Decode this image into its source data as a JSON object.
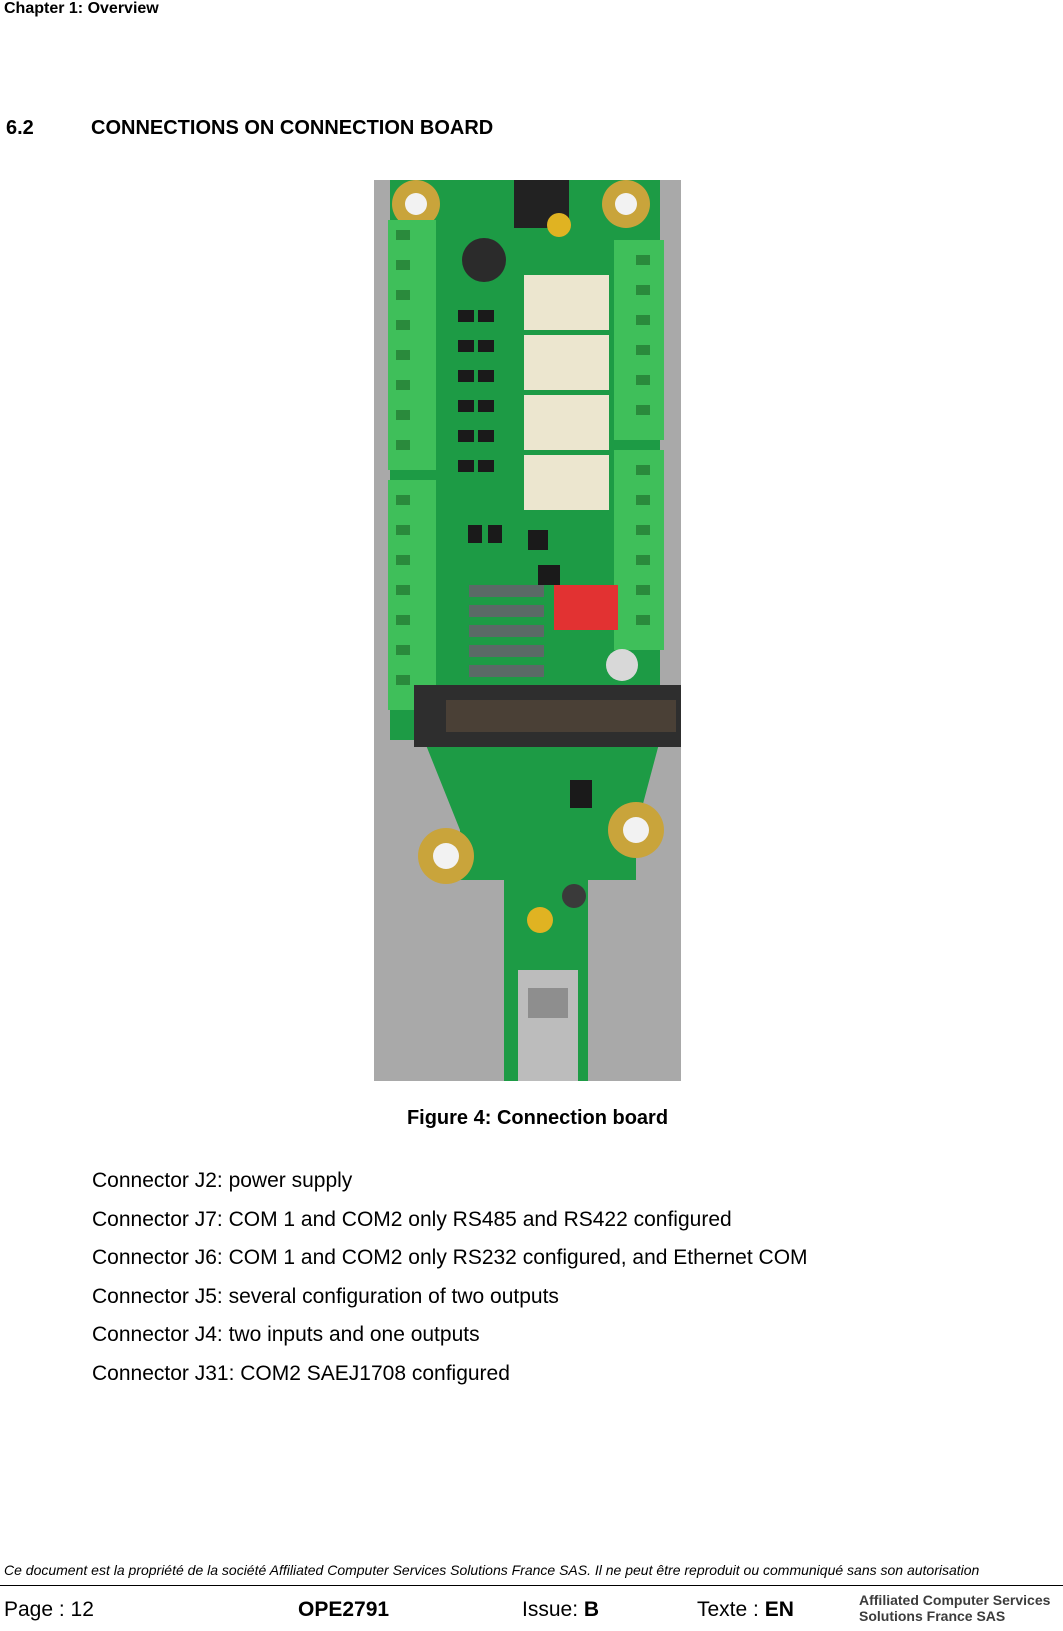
{
  "header": {
    "chapter": "Chapter 1: Overview"
  },
  "section": {
    "number": "6.2",
    "title": "CONNECTIONS ON CONNECTION BOARD"
  },
  "figure": {
    "caption": "Figure 4: Connection board"
  },
  "connectors": [
    "Connector J2: power supply",
    "Connector J7: COM 1 and COM2 only RS485 and RS422 configured",
    "Connector J6: COM 1 and COM2 only RS232 configured, and Ethernet COM",
    "Connector J5: several configuration of two outputs",
    "Connector J4: two inputs and one outputs",
    "Connector J31: COM2 SAEJ1708 configured"
  ],
  "footer": {
    "notice": "Ce document est la propriété de la société Affiliated Computer Services Solutions France SAS. Il ne peut être reproduit ou communiqué sans son autorisation",
    "page_label": "Page : 12",
    "doc_id": "OPE2791",
    "issue_label": "Issue: ",
    "issue_value": "B",
    "text_label": "Texte : ",
    "text_value": "EN",
    "logo_line1": "Affiliated Computer Services",
    "logo_line2": "Solutions France SAS"
  }
}
